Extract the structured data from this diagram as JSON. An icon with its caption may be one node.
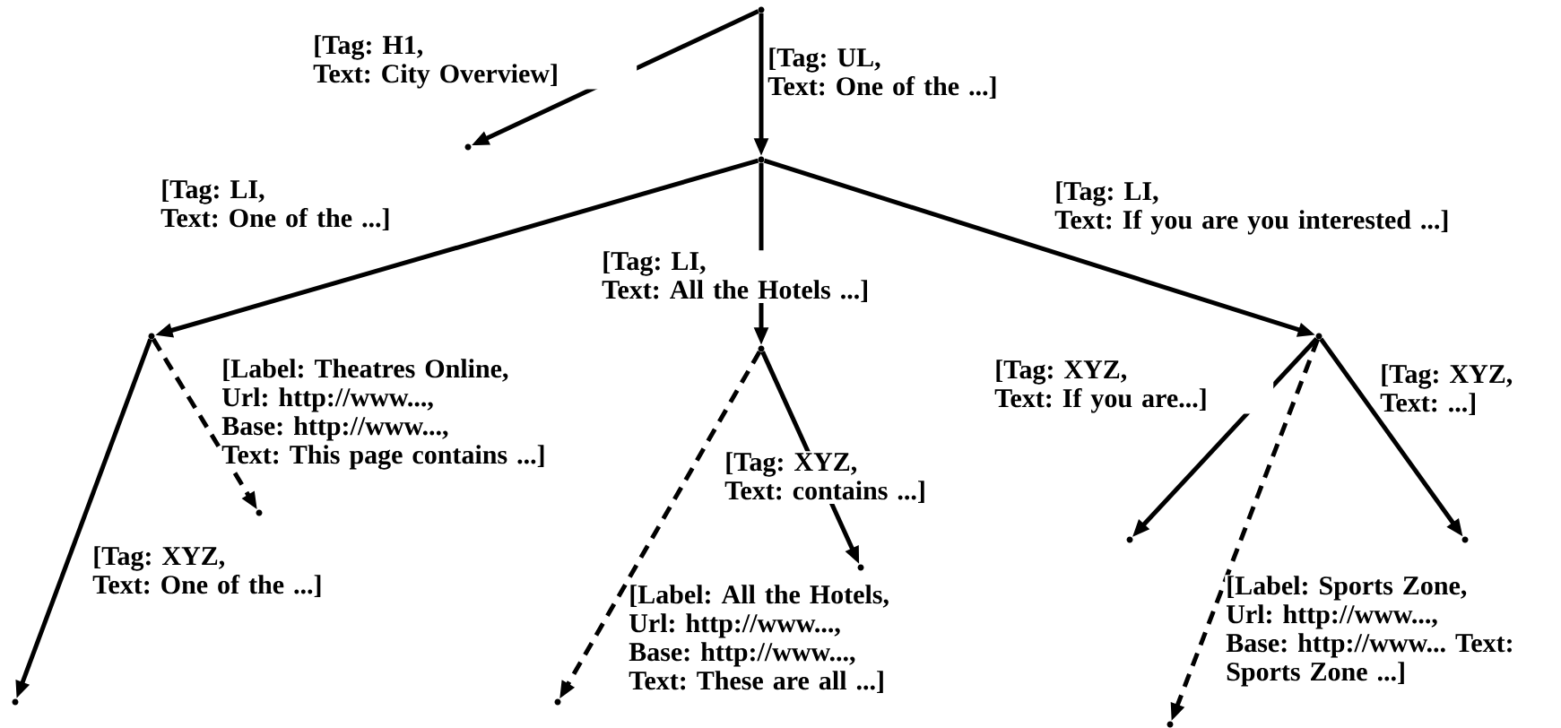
{
  "diagram": {
    "nodes": [
      {
        "text": [],
        "shape": "point"
      },
      {
        "text": [],
        "shape": "point"
      },
      {
        "text": [],
        "shape": "point"
      },
      {
        "text": [],
        "shape": "point"
      },
      {
        "text": [],
        "shape": "point"
      },
      {
        "text": [],
        "shape": "point"
      },
      {
        "text": [],
        "shape": "point"
      },
      {
        "text": [],
        "shape": "point"
      },
      {
        "text": [],
        "shape": "point"
      },
      {
        "text": [],
        "shape": "point"
      },
      {
        "text": [],
        "shape": "point"
      },
      {
        "text": [],
        "shape": "point"
      },
      {
        "text": [],
        "shape": "point"
      }
    ],
    "edges": [
      {
        "from": 0,
        "to": 1,
        "arrow": "to",
        "label": "[Tag: H1, Text: City Overview]"
      },
      {
        "from": 0,
        "to": 2,
        "arrow": "to",
        "label": "[Tag: UL, Text: One of the ...]"
      },
      {
        "from": 2,
        "to": 3,
        "arrow": "to",
        "label": "[Tag: LI, Text: One of the ...]"
      },
      {
        "from": 2,
        "to": 4,
        "arrow": "to",
        "label": "[Tag: LI, Text: All the Hotels ...]"
      },
      {
        "from": 2,
        "to": 5,
        "arrow": "to",
        "label": "[Tag: LI, Text: If you are you interested ...]"
      },
      {
        "from": 3,
        "to": 10,
        "arrow": "to",
        "label": "[Tag: XYZ, Text: One of the ...]"
      },
      {
        "from": 3,
        "to": 6,
        "arrow": "to",
        "style": "dashed",
        "label": "[Label: Theatres Online, Url: http://www..., Base: http://www..., Text: This page contains ...]"
      },
      {
        "from": 4,
        "to": 11,
        "arrow": "to",
        "style": "dashed",
        "label": "[Label: All the Hotels, Url: http://www..., Base: http://www..., Text: These are all ...]"
      },
      {
        "from": 4,
        "to": 7,
        "arrow": "to",
        "label": "[Tag: XYZ, Text: contains ...]"
      },
      {
        "from": 5,
        "to": 8,
        "arrow": "to",
        "label": "[Tag: XYZ, Text: If you are...]"
      },
      {
        "from": 5,
        "to": 12,
        "arrow": "to",
        "style": "dashed",
        "label": "[Label: Sports Zone, Url: http://www..., Base: http://www... Text: Sports Zone ...]"
      },
      {
        "from": 5,
        "to": 9,
        "arrow": "to",
        "label": "[Tag: XYZ, Text: ...]"
      }
    ]
  }
}
